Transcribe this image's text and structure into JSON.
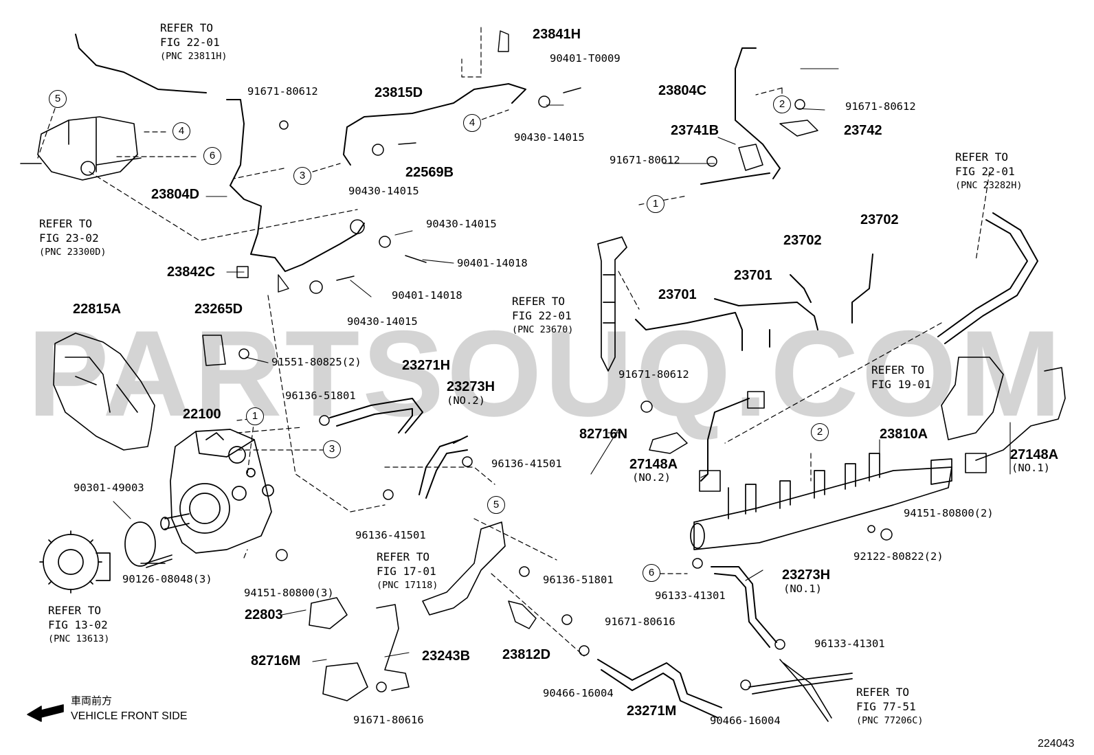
{
  "watermark": "PARTSOUQ.COM",
  "figure_id": "224043",
  "direction": {
    "jp": "車両前方",
    "en": "VEHICLE FRONT SIDE"
  },
  "parts": {
    "p23841H": "23841H",
    "p90401T0009": "90401-T0009",
    "p23815D": "23815D",
    "p91671_80612a": "91671-80612",
    "p90430_14015a": "90430-14015",
    "p22569B": "22569B",
    "p90430_14015b": "90430-14015",
    "p23804D": "23804D",
    "p90430_14015c": "90430-14015",
    "p90401_14018a": "90401-14018",
    "p90401_14018b": "90401-14018",
    "p90430_14015d": "90430-14015",
    "p23842C": "23842C",
    "p22815A": "22815A",
    "p23265D": "23265D",
    "p91551": "91551-80825(2)",
    "p23271H": "23271H",
    "p23273H_2": "23273H",
    "p23273H_2sub": "(NO.2)",
    "p96136_51801a": "96136-51801",
    "p22100": "22100",
    "p96136_41501a": "96136-41501",
    "p96136_41501b": "96136-41501",
    "p90301": "90301-49003",
    "p90126": "90126-08048(3)",
    "p94151a": "94151-80800(3)",
    "p22803": "22803",
    "p23243B": "23243B",
    "p82716M": "82716M",
    "p91671_80616a": "91671-80616",
    "p23812D": "23812D",
    "p91671_80616b": "91671-80616",
    "p96136_51801b": "96136-51801",
    "p90466a": "90466-16004",
    "p23271M": "23271M",
    "p90466b": "90466-16004",
    "p23804C": "23804C",
    "p91671_80612b": "91671-80612",
    "p23741B": "23741B",
    "p23742": "23742",
    "p91671_80612c": "91671-80612",
    "p23702a": "23702",
    "p23702b": "23702",
    "p23701a": "23701",
    "p23701b": "23701",
    "p91671_80612d": "91671-80612",
    "p82716N": "82716N",
    "p27148A_2": "27148A",
    "p27148A_2sub": "(NO.2)",
    "p23810A": "23810A",
    "p27148A_1": "27148A",
    "p27148A_1sub": "(NO.1)",
    "p94151b": "94151-80800(2)",
    "p92122": "92122-80822(2)",
    "p96133a": "96133-41301",
    "p23273H_1": "23273H",
    "p23273H_1sub": "(NO.1)",
    "p96133b": "96133-41301"
  },
  "refs": {
    "r1": {
      "a": "REFER TO",
      "b": "FIG 22-01",
      "c": "(PNC 23811H)"
    },
    "r2": {
      "a": "REFER TO",
      "b": "FIG 23-02",
      "c": "(PNC 23300D)"
    },
    "r3": {
      "a": "REFER TO",
      "b": "FIG 22-01",
      "c": "(PNC 23282H)"
    },
    "r4": {
      "a": "REFER TO",
      "b": "FIG 22-01",
      "c": "(PNC 23670)"
    },
    "r5": {
      "a": "REFER TO",
      "b": "FIG 19-01"
    },
    "r6": {
      "a": "REFER TO",
      "b": "FIG 17-01",
      "c": "(PNC 17118)"
    },
    "r7": {
      "a": "REFER TO",
      "b": "FIG 13-02",
      "c": "(PNC 13613)"
    },
    "r8": {
      "a": "REFER TO",
      "b": "FIG 77-51",
      "c": "(PNC 77206C)"
    }
  },
  "markers": {
    "m1": "1",
    "m2": "2",
    "m3": "3",
    "m4": "4",
    "m5": "5",
    "m6": "6"
  }
}
